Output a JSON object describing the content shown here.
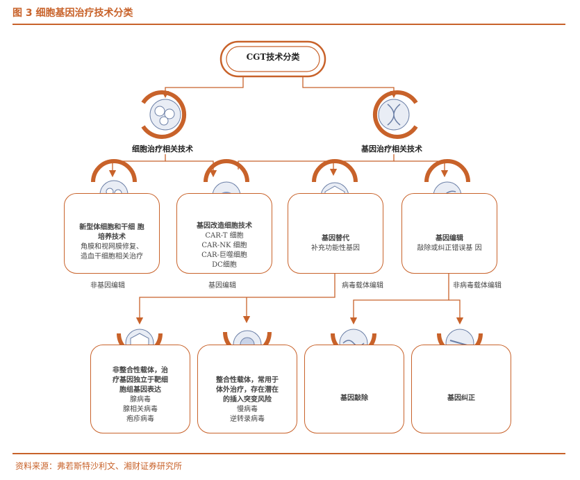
{
  "figure_title": "图 3  细胞基因治疗技术分类",
  "root": {
    "label": "CGT技术分类"
  },
  "branches": [
    {
      "label": "细胞治疗相关技术",
      "icon": "cells-icon"
    },
    {
      "label": "基因治疗相关技术",
      "icon": "dna-icon"
    }
  ],
  "mid_boxes": [
    {
      "title_line1": "新型体细胞和干细 胞",
      "title_line2": "培养技术",
      "lines": [
        "角膜和视网膜修复、",
        "造血干细胞相关治疗"
      ],
      "icon": "cell-cluster-icon"
    },
    {
      "title_line1": "基因改造细胞技术",
      "title_line2": "",
      "lines": [
        "CAR-T 细胞",
        "CAR-NK 细胞",
        "CAR-巨噬细胞",
        "DC细胞"
      ],
      "icon": "immune-cell-icon"
    },
    {
      "title_line1": "基因替代",
      "title_line2": "",
      "lines": [
        "补充功能性基因"
      ],
      "icon": "gene-vector-icon"
    },
    {
      "title_line1": "基因编辑",
      "title_line2": "",
      "lines": [
        "敲除或纠正错误基 因"
      ],
      "icon": "gene-editing-icon"
    }
  ],
  "edge_labels": {
    "non_gene_editing": "非基因编辑",
    "gene_editing": "基因编辑",
    "viral_vector_editing": "病毒载体编辑",
    "non_viral_vector_editing": "非病毒载体编辑"
  },
  "bottom_boxes": [
    {
      "title_lines": [
        "非整合性载体，治",
        "疗基因独立于靶细",
        "胞组基因表达"
      ],
      "lines": [
        "腺病毒",
        "腺相关病毒",
        "疱疹病毒"
      ],
      "icon": "hexagon-vector-icon"
    },
    {
      "title_lines": [
        "整合性载体，常用于",
        "体外治疗，存在潜在",
        "的插入突变风险"
      ],
      "lines": [
        "慢病毒",
        "逆转录病毒"
      ],
      "icon": "virus-icon"
    },
    {
      "title_lines": [
        "基因敲除"
      ],
      "lines": [],
      "icon": "dna-cut-icon"
    },
    {
      "title_lines": [
        "基因纠正"
      ],
      "lines": [],
      "icon": "dna-repair-icon"
    }
  ],
  "source": "资料来源：弗若斯特沙利文、湘财证券研究所",
  "colors": {
    "accent": "#c8622a",
    "icon_fill": "#e9edf5",
    "icon_stroke": "#6b7fa6"
  }
}
